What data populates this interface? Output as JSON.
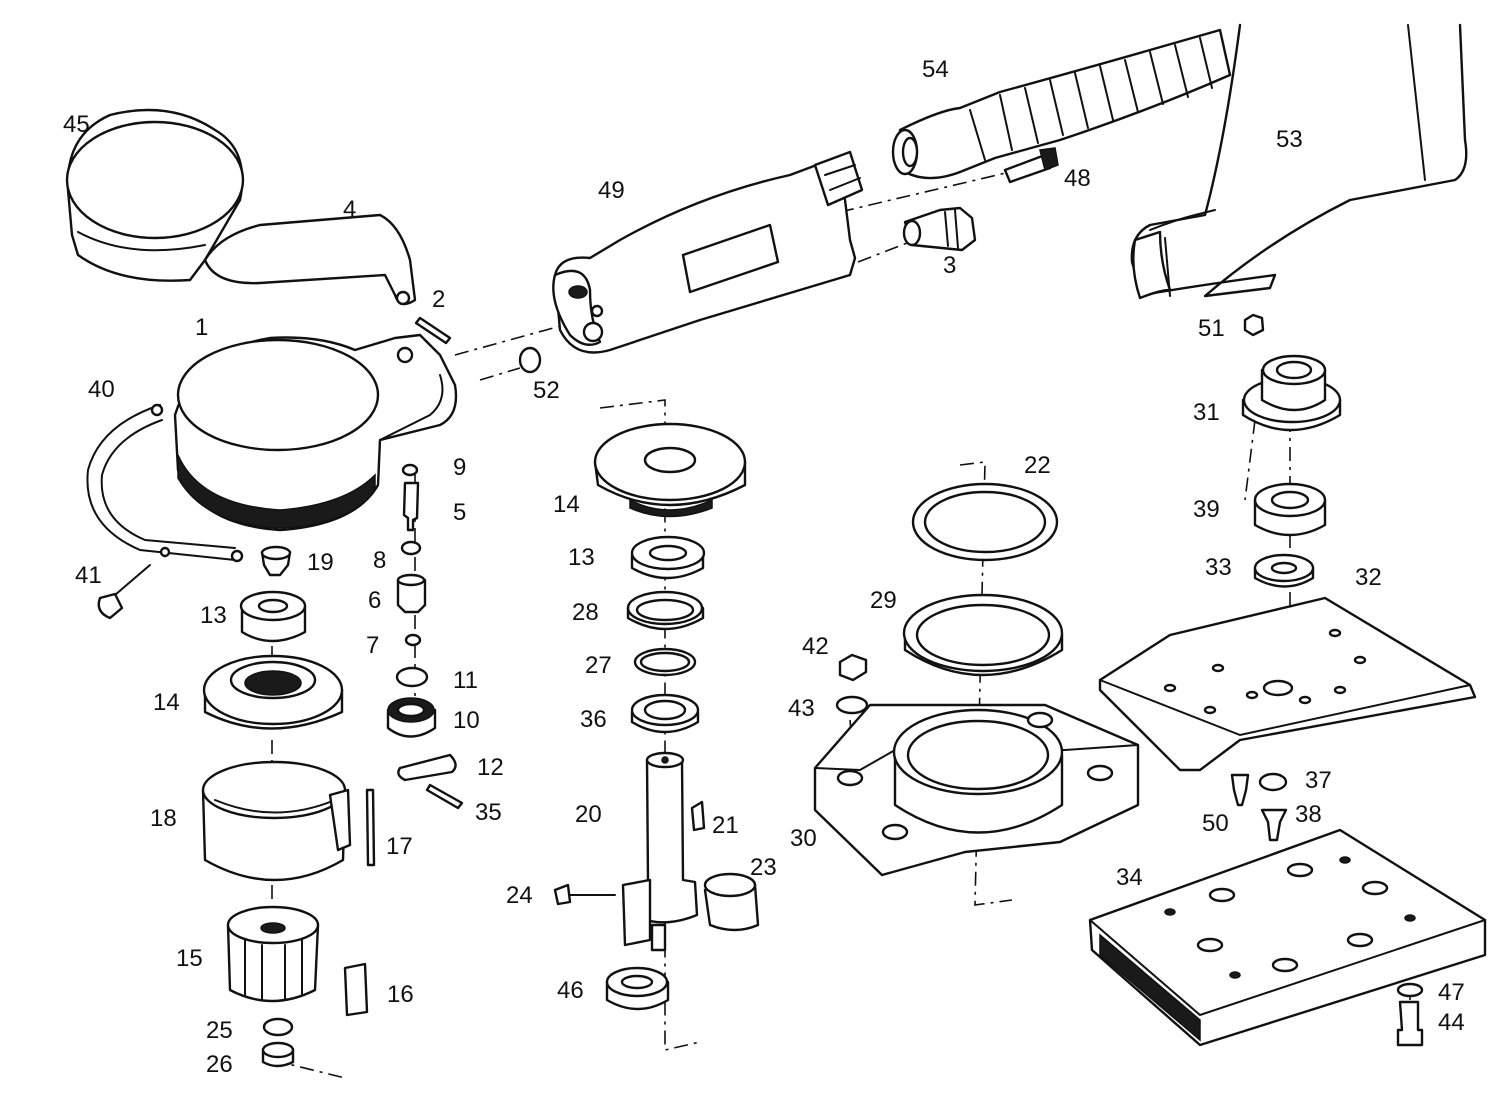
{
  "labels": [
    {
      "id": "p1",
      "text": "1"
    },
    {
      "id": "p2",
      "text": "2"
    },
    {
      "id": "p3",
      "text": "3"
    },
    {
      "id": "p4",
      "text": "4"
    },
    {
      "id": "p5",
      "text": "5"
    },
    {
      "id": "p6",
      "text": "6"
    },
    {
      "id": "p7",
      "text": "7"
    },
    {
      "id": "p8",
      "text": "8"
    },
    {
      "id": "p9",
      "text": "9"
    },
    {
      "id": "p10",
      "text": "10"
    },
    {
      "id": "p11",
      "text": "11"
    },
    {
      "id": "p12",
      "text": "12"
    },
    {
      "id": "p13a",
      "text": "13"
    },
    {
      "id": "p13b",
      "text": "13"
    },
    {
      "id": "p14a",
      "text": "14"
    },
    {
      "id": "p14b",
      "text": "14"
    },
    {
      "id": "p15",
      "text": "15"
    },
    {
      "id": "p16",
      "text": "16"
    },
    {
      "id": "p17",
      "text": "17"
    },
    {
      "id": "p18",
      "text": "18"
    },
    {
      "id": "p19",
      "text": "19"
    },
    {
      "id": "p20",
      "text": "20"
    },
    {
      "id": "p21",
      "text": "21"
    },
    {
      "id": "p22",
      "text": "22"
    },
    {
      "id": "p23",
      "text": "23"
    },
    {
      "id": "p24",
      "text": "24"
    },
    {
      "id": "p25",
      "text": "25"
    },
    {
      "id": "p26",
      "text": "26"
    },
    {
      "id": "p27",
      "text": "27"
    },
    {
      "id": "p28",
      "text": "28"
    },
    {
      "id": "p29",
      "text": "29"
    },
    {
      "id": "p30",
      "text": "30"
    },
    {
      "id": "p31",
      "text": "31"
    },
    {
      "id": "p32",
      "text": "32"
    },
    {
      "id": "p33",
      "text": "33"
    },
    {
      "id": "p34",
      "text": "34"
    },
    {
      "id": "p35",
      "text": "35"
    },
    {
      "id": "p36",
      "text": "36"
    },
    {
      "id": "p37",
      "text": "37"
    },
    {
      "id": "p38",
      "text": "38"
    },
    {
      "id": "p39",
      "text": "39"
    },
    {
      "id": "p40",
      "text": "40"
    },
    {
      "id": "p41",
      "text": "41"
    },
    {
      "id": "p42",
      "text": "42"
    },
    {
      "id": "p43",
      "text": "43"
    },
    {
      "id": "p44",
      "text": "44"
    },
    {
      "id": "p45",
      "text": "45"
    },
    {
      "id": "p46",
      "text": "46"
    },
    {
      "id": "p47",
      "text": "47"
    },
    {
      "id": "p48",
      "text": "48"
    },
    {
      "id": "p49",
      "text": "49"
    },
    {
      "id": "p50",
      "text": "50"
    },
    {
      "id": "p51",
      "text": "51"
    },
    {
      "id": "p52",
      "text": "52"
    },
    {
      "id": "p53",
      "text": "53"
    },
    {
      "id": "p54",
      "text": "54"
    }
  ]
}
